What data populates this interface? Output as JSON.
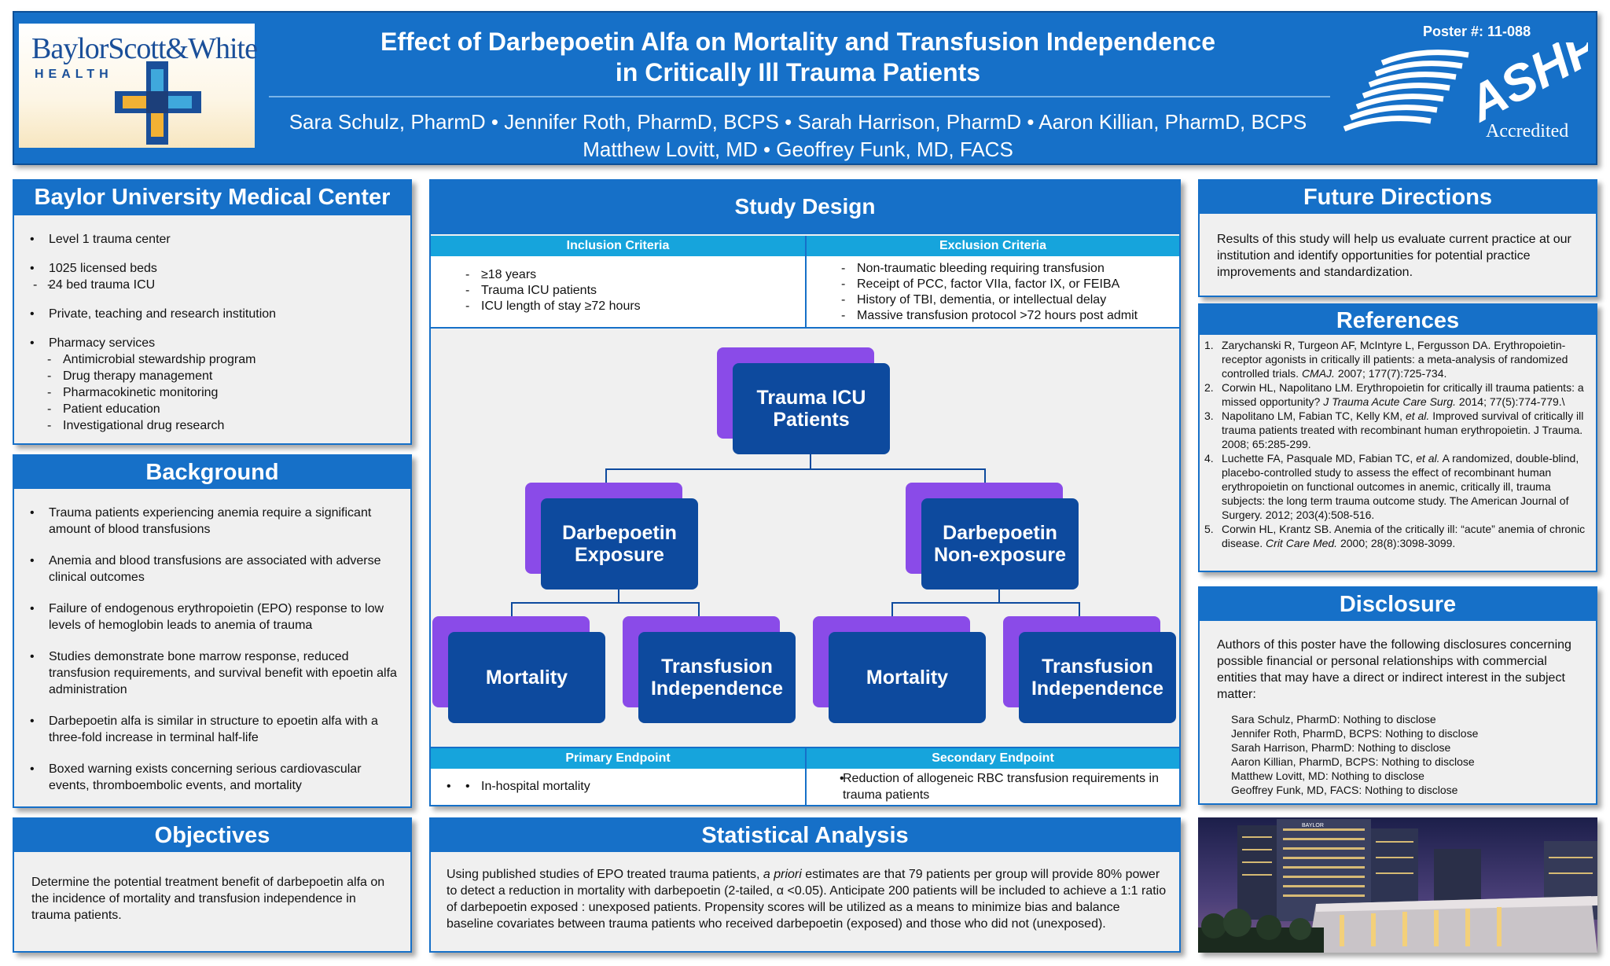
{
  "header": {
    "logo_wordmark": "BaylorScott&White",
    "logo_sub": "HEALTH",
    "title_line1": "Effect of Darbepoetin Alfa on Mortality and Transfusion Independence",
    "title_line2": "in Critically Ill Trauma Patients",
    "authors_line1": "Sara Schulz, PharmD • Jennifer Roth, PharmD, BCPS • Sarah Harrison, PharmD • Aaron Killian, PharmD, BCPS",
    "authors_line2": "Matthew Lovitt, MD • Geoffrey Funk, MD, FACS",
    "poster_number": "Poster #: 11-088",
    "ashp_text": "ASHP",
    "accredited_text": "Accredited"
  },
  "baylor": {
    "title": "Baylor University Medical Center",
    "b1": "Level 1 trauma center",
    "b2": "1025 licensed beds",
    "b2_sub": "24 bed trauma ICU",
    "b3": "Private, teaching and research institution",
    "b4": "Pharmacy services",
    "b4_subs": [
      "Antimicrobial stewardship program",
      "Drug therapy management",
      "Pharmacokinetic monitoring",
      "Patient education",
      "Investigational drug research"
    ]
  },
  "background": {
    "title": "Background",
    "items": [
      "Trauma patients experiencing anemia require a significant amount of blood transfusions",
      "Anemia and blood transfusions are associated with adverse clinical outcomes",
      "Failure of endogenous erythropoietin (EPO) response to low levels of hemoglobin leads to anemia of trauma",
      "Studies demonstrate bone marrow response, reduced transfusion requirements, and survival benefit  with epoetin alfa administration",
      "Darbepoetin alfa is similar in structure to epoetin alfa with a three-fold increase in terminal half-life",
      "Boxed warning exists concerning serious cardiovascular events, thromboembolic events, and mortality"
    ]
  },
  "objectives": {
    "title": "Objectives",
    "text": "Determine the potential treatment benefit of darbepoetin alfa on the incidence of mortality and transfusion independence in trauma patients."
  },
  "study_design": {
    "title": "Study Design",
    "inclusion_title": "Inclusion Criteria",
    "inclusion": [
      "≥18 years",
      "Trauma ICU patients",
      "ICU length of stay ≥72 hours"
    ],
    "exclusion_title": "Exclusion Criteria",
    "exclusion": [
      "Non-traumatic bleeding requiring transfusion",
      "Receipt of PCC, factor VIIa, factor IX, or FEIBA",
      "History of TBI, dementia, or intellectual delay",
      "Massive transfusion protocol >72 hours post admit"
    ],
    "nodes": {
      "root": "Trauma ICU Patients",
      "left": "Darbepoetin Exposure",
      "right": "Darbepoetin Non-exposure",
      "ll": "Mortality",
      "lr": "Transfusion Independence",
      "rl": "Mortality",
      "rr": "Transfusion Independence"
    },
    "primary_title": "Primary Endpoint",
    "primary": "In-hospital mortality",
    "secondary_title": "Secondary Endpoint",
    "secondary": "Reduction of allogeneic RBC transfusion requirements in trauma patients"
  },
  "statistical": {
    "title": "Statistical Analysis",
    "text_a": "Using published studies of EPO treated trauma patients, ",
    "text_em": "a priori",
    "text_b": " estimates are that 79 patients per group will provide 80% power to detect a reduction in mortality with darbepoetin (2-tailed, α <0.05).  Anticipate 200 patients will be included to achieve a 1:1 ratio of darbepoetin exposed : unexposed patients. Propensity scores will be utilized as a means to minimize bias and balance baseline covariates between trauma patients who received darbepoetin (exposed) and those who did not (unexposed)."
  },
  "future": {
    "title": "Future Directions",
    "text": "Results of this study will help us evaluate current practice at our institution and identify opportunities for potential practice improvements and standardization."
  },
  "references": {
    "title": "References",
    "items": [
      {
        "num": "1.",
        "pre": "Zarychanski R, Turgeon AF, McIntyre L, Fergusson DA. Erythropoietin-receptor agonists in critically ill patients: a meta-analysis of randomized controlled trials. ",
        "em": "CMAJ.",
        "post": " 2007; 177(7):725-734."
      },
      {
        "num": "2.",
        "pre": "Corwin HL, Napolitano LM. Erythropoietin for critically ill trauma patients: a missed opportunity? ",
        "em": "J Trauma Acute Care Surg.",
        "post": " 2014; 77(5):774-779.\\"
      },
      {
        "num": "3.",
        "pre": "Napolitano LM, Fabian TC, Kelly KM, ",
        "em": "et al.",
        "post": " Improved survival of critically ill trauma patients treated with recombinant human erythropoietin. J Trauma. 2008; 65:285-299."
      },
      {
        "num": "4.",
        "pre": "Luchette FA, Pasquale MD, Fabian TC, ",
        "em": "et al.",
        "post": " A randomized, double-blind, placebo-controlled study to assess the effect of recombinant human erythropoietin on functional outcomes in anemic, critically ill, trauma subjects: the long term trauma outcome study. The American Journal of Surgery. 2012; 203(4):508-516."
      },
      {
        "num": "5.",
        "pre": "Corwin HL, Krantz SB. Anemia of the critically ill: “acute” anemia of chronic disease. ",
        "em": "Crit Care Med.",
        "post": " 2000; 28(8):3098-3099."
      }
    ]
  },
  "disclosure": {
    "title": "Disclosure",
    "intro": "Authors of this poster have the following disclosures concerning possible financial or personal relationships with commercial entities that may have a direct or indirect interest in the subject matter:",
    "items": [
      "Sara Schulz, PharmD: Nothing to disclose",
      "Jennifer Roth, PharmD, BCPS: Nothing to disclose",
      "Sarah Harrison, PharmD: Nothing to disclose",
      "Aaron Killian, PharmD, BCPS: Nothing to disclose",
      "Matthew Lovitt, MD: Nothing to disclose",
      "Geoffrey Funk, MD, FACS: Nothing to disclose"
    ]
  },
  "photo": {
    "sign_text": "BAYLOR"
  },
  "colors": {
    "primary_blue": "#1670c8",
    "light_blue": "#16a4dc",
    "node_blue": "#0d4a9e",
    "node_purple": "#8a4be8",
    "panel_gray": "#f0f0f0"
  }
}
